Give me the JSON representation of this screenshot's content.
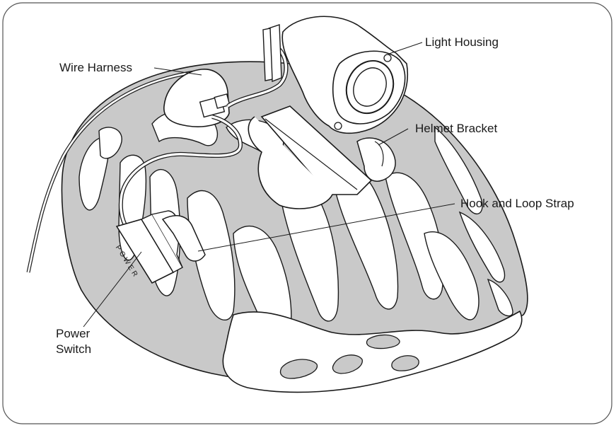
{
  "labels": {
    "wire_harness": "Wire Harness",
    "light_housing": "Light Housing",
    "helmet_bracket": "Helmet Bracket",
    "hook_loop_strap": "Hook and Loop Strap",
    "power_switch_line1": "Power",
    "power_switch_line2": "Switch",
    "switch_text": "POWER"
  },
  "colors": {
    "helmet_fill": "#c9c9c9",
    "outline": "#1a1a1a",
    "background": "#ffffff",
    "frame": "#555555"
  }
}
